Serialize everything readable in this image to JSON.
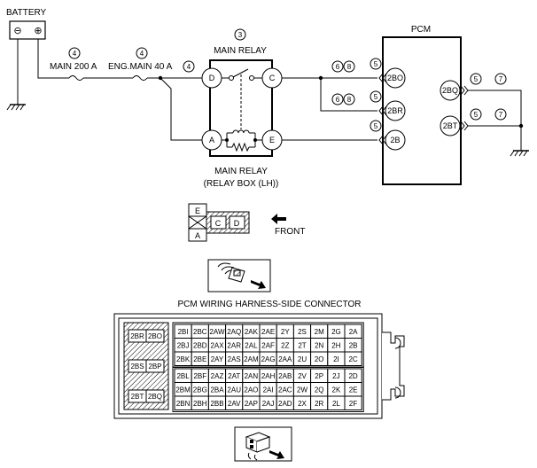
{
  "labels": {
    "battery": "BATTERY",
    "battery_neg": "⊖",
    "battery_pos": "⊕",
    "fuse_main": "MAIN 200 A",
    "fuse_eng": "ENG.MAIN 40 A",
    "relay_title": "MAIN RELAY",
    "relay_caption_1": "MAIN RELAY",
    "relay_caption_2": "(RELAY BOX (LH))",
    "pcm": "PCM",
    "front": "FRONT",
    "connector_title": "PCM WIRING HARNESS-SIDE CONNECTOR"
  },
  "callouts": {
    "fuse_main": "4",
    "fuse_eng": "4",
    "relay_in": "4",
    "relay": "3",
    "c6_top": "6",
    "c8_top": "8",
    "c6_mid": "6",
    "c8_mid": "8",
    "c5_2bo": "5",
    "c5_2br": "5",
    "c5_2b": "5",
    "c5_2bq": "5",
    "c7_2bq": "7",
    "c5_2bt": "5",
    "c7_2bt": "7"
  },
  "relay_pins": {
    "d": "D",
    "c": "C",
    "a": "A",
    "e": "E"
  },
  "pcm_pins": {
    "p2bo": "2BO",
    "p2br": "2BR",
    "p2b": "2B",
    "p2bq": "2BQ",
    "p2bt": "2BT"
  },
  "relay_box_connector": {
    "e": "E",
    "c": "C",
    "d": "D",
    "a": "A"
  },
  "pcm_connector": {
    "side_cells": [
      "2BR",
      "2BO",
      "2BS",
      "2BP",
      "2BT",
      "2BQ"
    ],
    "upper_rows": [
      [
        "2BI",
        "2BC",
        "2AW",
        "2AQ",
        "2AK",
        "2AE",
        "2Y",
        "2S",
        "2M",
        "2G",
        "2A"
      ],
      [
        "2BJ",
        "2BD",
        "2AX",
        "2AR",
        "2AL",
        "2AF",
        "2Z",
        "2T",
        "2N",
        "2H",
        "2B"
      ],
      [
        "2BK",
        "2BE",
        "2AY",
        "2AS",
        "2AM",
        "2AG",
        "2AA",
        "2U",
        "2O",
        "2I",
        "2C"
      ]
    ],
    "lower_rows": [
      [
        "2BL",
        "2BF",
        "2AZ",
        "2AT",
        "2AN",
        "2AH",
        "2AB",
        "2V",
        "2P",
        "2J",
        "2D"
      ],
      [
        "2BM",
        "2BG",
        "2BA",
        "2AU",
        "2AO",
        "2AI",
        "2AC",
        "2W",
        "2Q",
        "2K",
        "2E"
      ],
      [
        "2BN",
        "2BH",
        "2BB",
        "2AV",
        "2AP",
        "2AJ",
        "2AD",
        "2X",
        "2R",
        "2L",
        "2F"
      ]
    ]
  }
}
